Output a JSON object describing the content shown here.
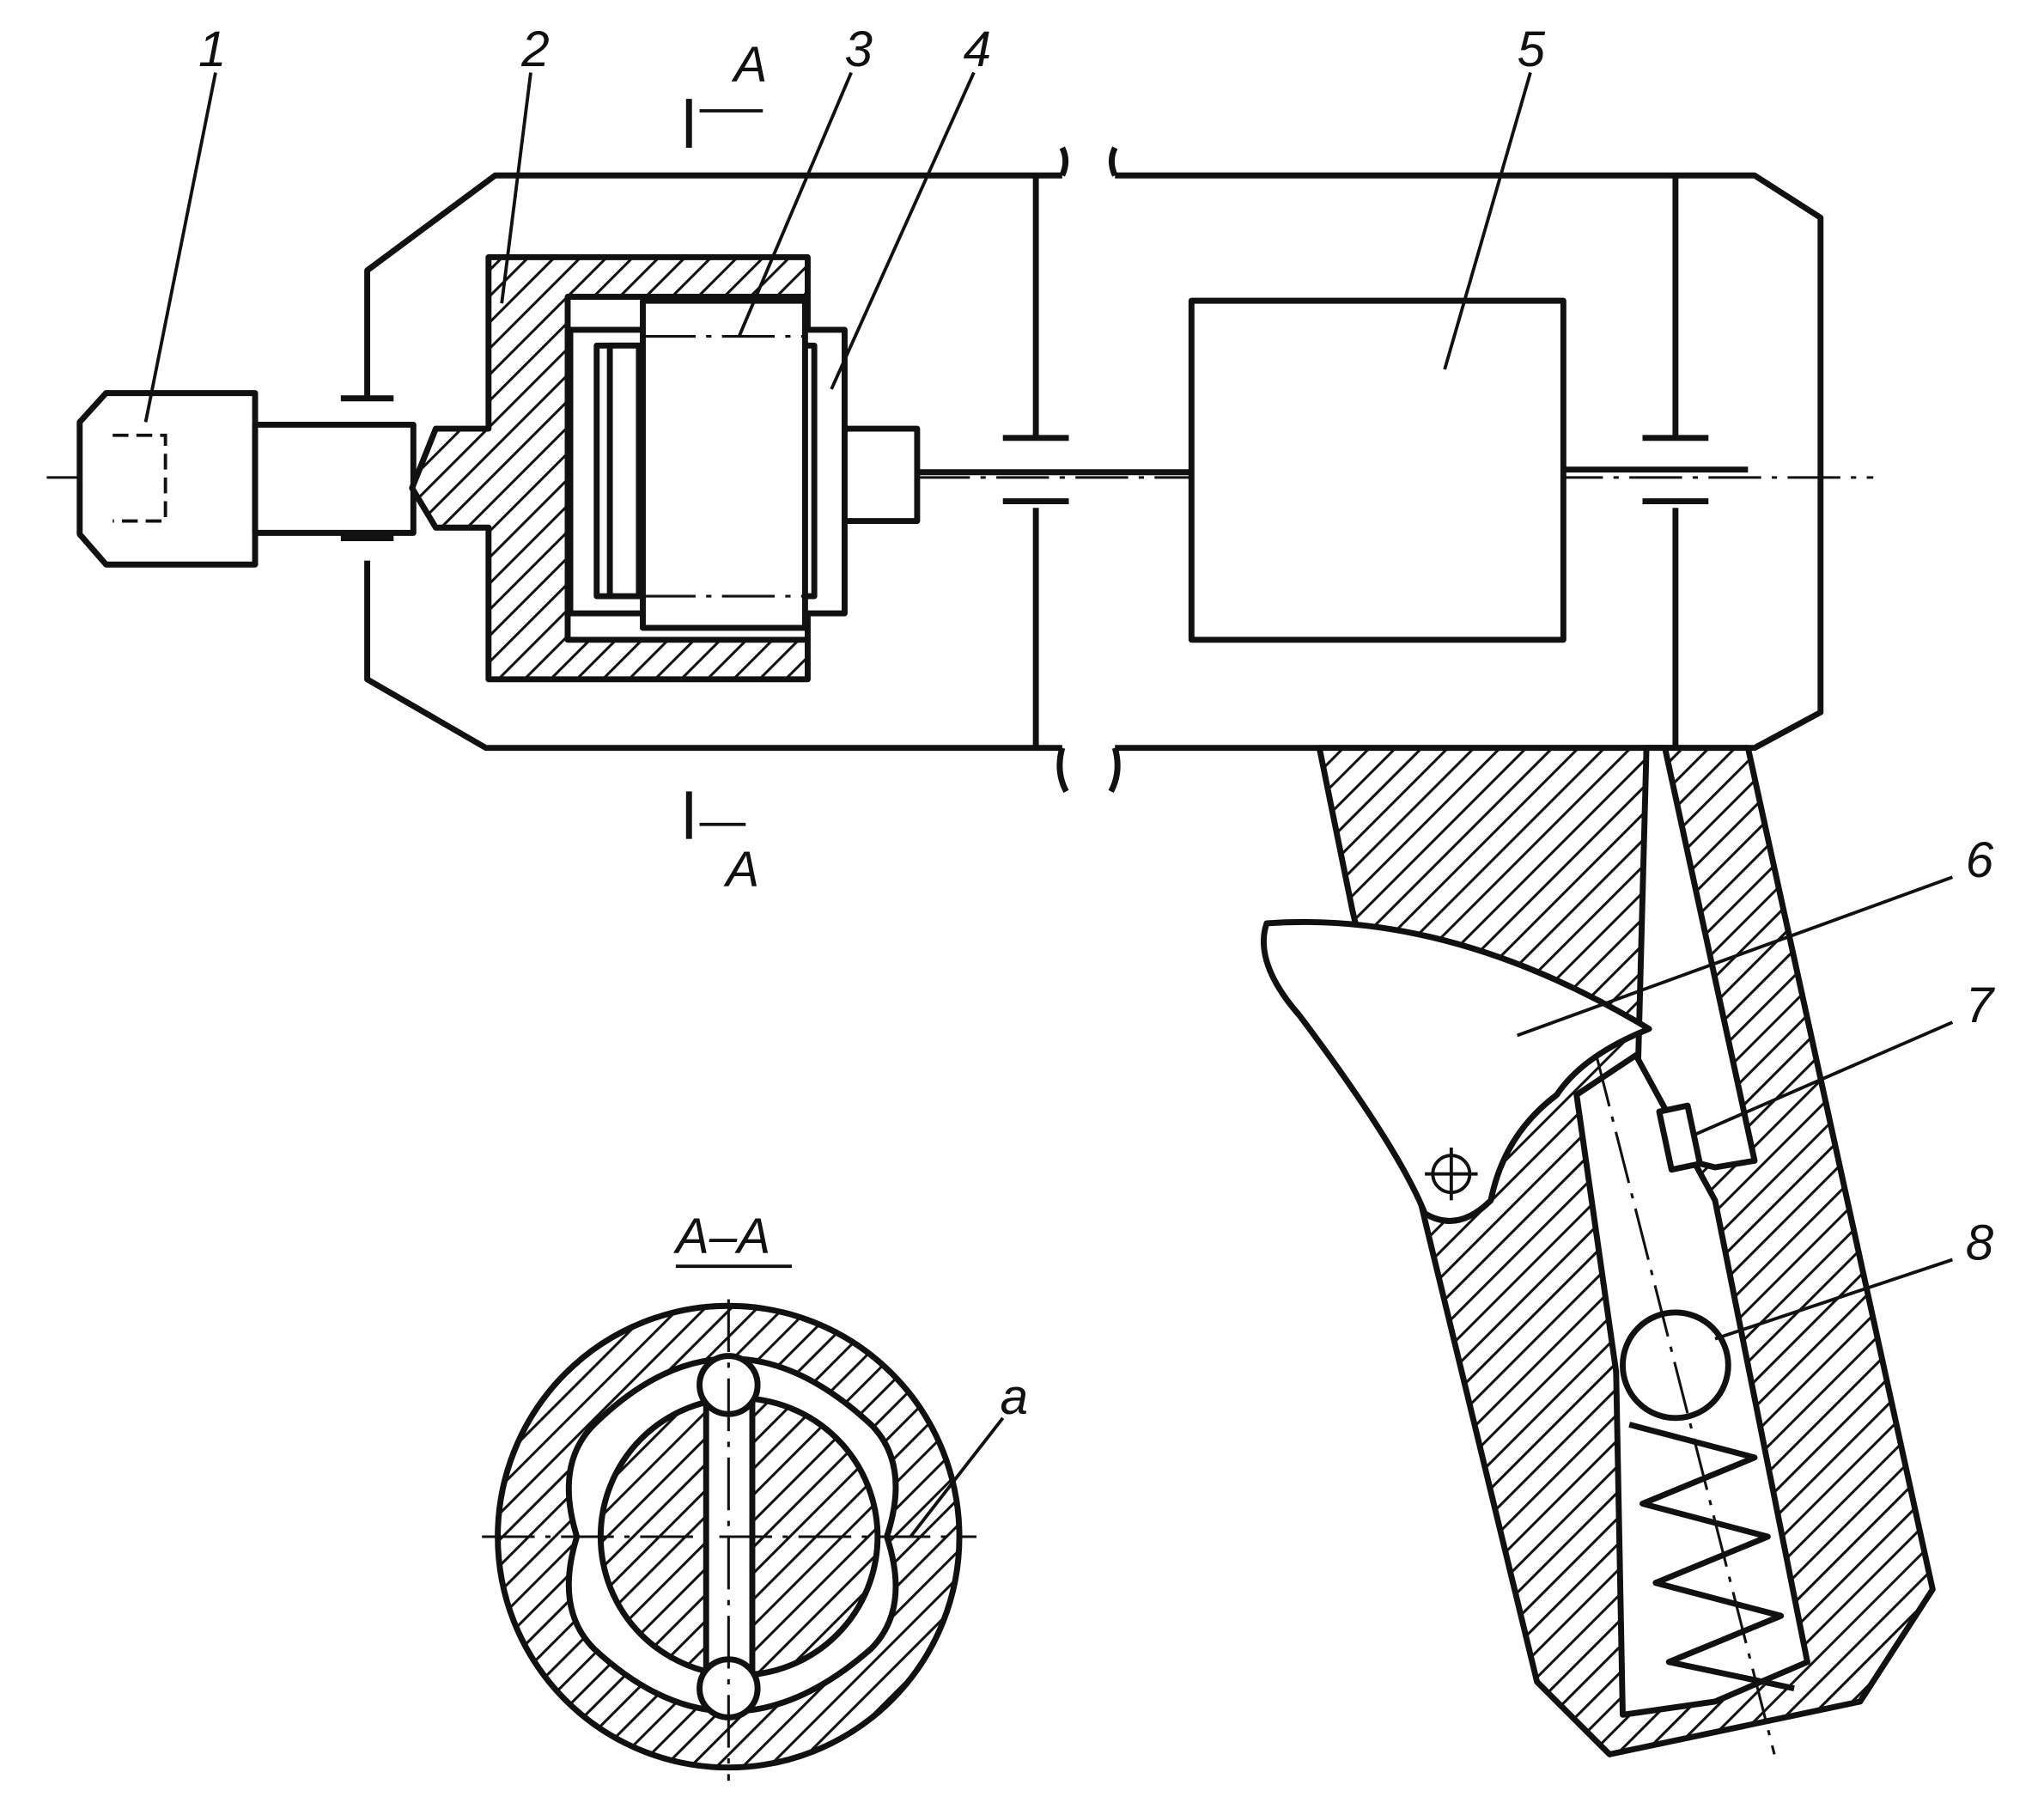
{
  "labels": {
    "p1": "1",
    "p2": "2",
    "p3": "3",
    "p4": "4",
    "p5": "5",
    "p6": "6",
    "p7": "7",
    "p8": "8",
    "section_top": "A",
    "section_bottom": "A",
    "section_title": "A–A",
    "detail_a": "a"
  },
  "colors": {
    "ink": "#111111",
    "background": "#ffffff"
  }
}
